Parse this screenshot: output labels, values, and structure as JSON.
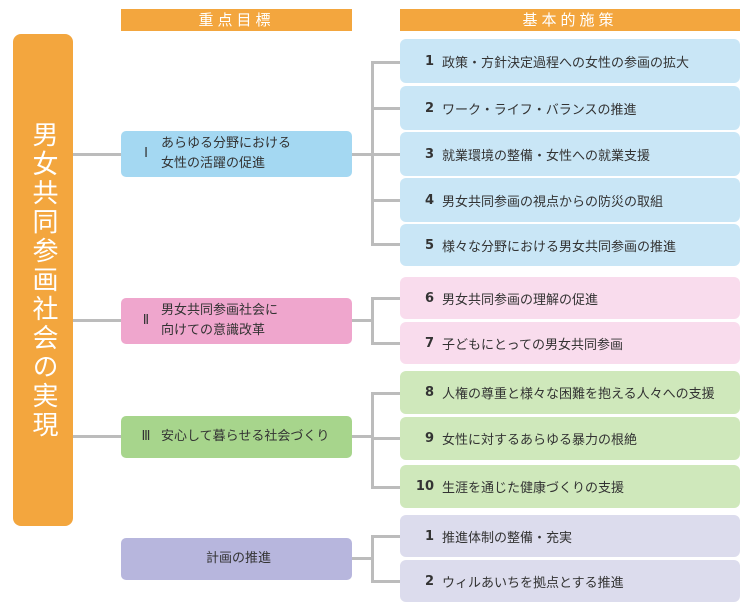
{
  "headers": {
    "goals": "重点目標",
    "policies": "基本的施策"
  },
  "theme": "男女共同参画社会の実現",
  "goals": [
    {
      "num": "Ⅰ",
      "label": "あらゆる分野における\n女性の活躍の促進",
      "color": "#a4d8f2"
    },
    {
      "num": "Ⅱ",
      "label": "男女共同参画社会に\n向けての意識改革",
      "color": "#efa6cd"
    },
    {
      "num": "Ⅲ",
      "label": "安心して暮らせる社会づくり",
      "color": "#a7d58c"
    },
    {
      "num": "",
      "label": "計画の推進",
      "color": "#b7b6dd"
    }
  ],
  "policies": [
    {
      "num": "1",
      "label": "政策・方針決定過程への女性の参画の拡大"
    },
    {
      "num": "2",
      "label": "ワーク・ライフ・バランスの推進"
    },
    {
      "num": "3",
      "label": "就業環境の整備・女性への就業支援"
    },
    {
      "num": "4",
      "label": "男女共同参画の視点からの防災の取組"
    },
    {
      "num": "5",
      "label": "様々な分野における男女共同参画の推進"
    },
    {
      "num": "6",
      "label": "男女共同参画の理解の促進"
    },
    {
      "num": "7",
      "label": "子どもにとっての男女共同参画"
    },
    {
      "num": "8",
      "label": "人権の尊重と様々な困難を抱える人々への支援"
    },
    {
      "num": "9",
      "label": "女性に対するあらゆる暴力の根絶"
    },
    {
      "num": "10",
      "label": "生涯を通じた健康づくりの支援"
    }
  ],
  "promotion": [
    {
      "num": "1",
      "label": "推進体制の整備・充実"
    },
    {
      "num": "2",
      "label": "ウィルあいちを拠点とする推進"
    }
  ]
}
